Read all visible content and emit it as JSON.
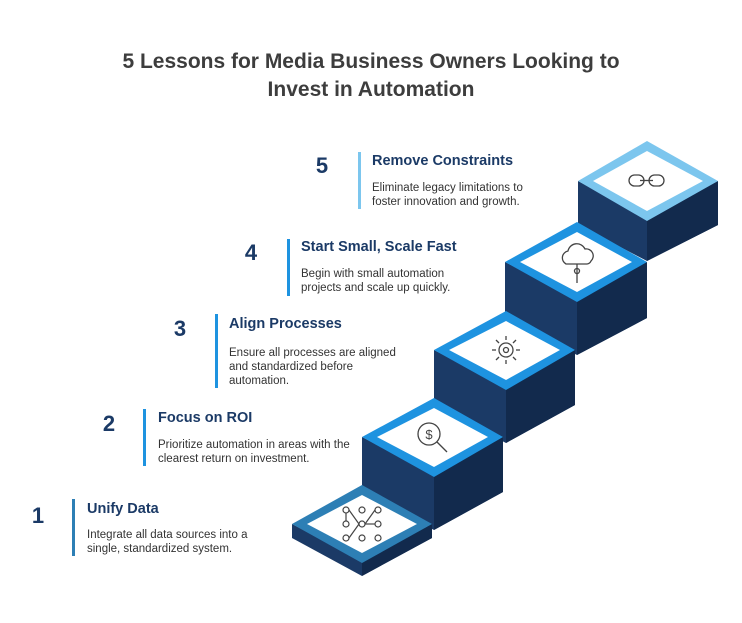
{
  "title": {
    "line1": "5 Lessons for Media Business Owners Looking to",
    "line2": "Invest in Automation"
  },
  "lessons": [
    {
      "number": "1",
      "title": "Unify Data",
      "description": "Integrate all data sources into a single, standardized system.",
      "accent": "#2d7fb5",
      "icon": "network-nodes-icon"
    },
    {
      "number": "2",
      "title": "Focus on ROI",
      "description": "Prioritize automation in areas with the clearest return on investment.",
      "accent": "#1e93e0",
      "icon": "dollar-search-icon"
    },
    {
      "number": "3",
      "title": "Align Processes",
      "description": "Ensure all processes are aligned and standardized before automation.",
      "accent": "#1e93e0",
      "icon": "sun-gear-icon"
    },
    {
      "number": "4",
      "title": "Start Small, Scale Fast",
      "description": "Begin with small automation projects and scale up quickly.",
      "accent": "#1e93e0",
      "icon": "cloud-idea-icon"
    },
    {
      "number": "5",
      "title": "Remove Constraints",
      "description": "Eliminate legacy limitations to foster innovation and growth.",
      "accent": "#7cc6ee",
      "icon": "link-icon"
    }
  ],
  "colors": {
    "navy": "#1b3a66",
    "dark_side": "#163057"
  }
}
